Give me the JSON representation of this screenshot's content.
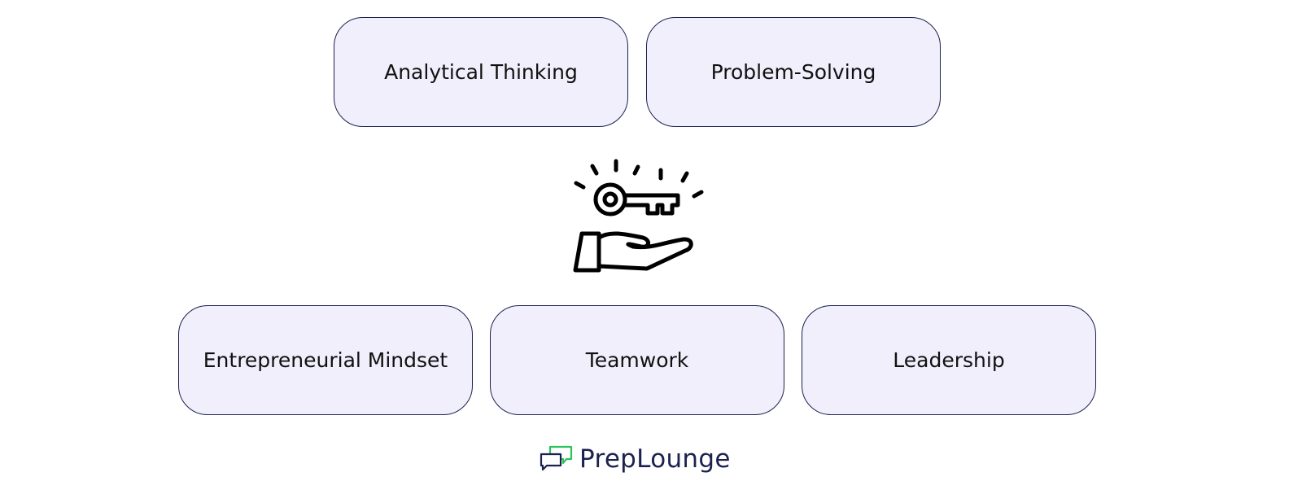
{
  "skills_top": [
    "Analytical Thinking",
    "Problem-Solving"
  ],
  "skills_bottom": [
    "Entrepreneurial Mindset",
    "Teamwork",
    "Leadership"
  ],
  "center_icon": "hand-holding-key-icon",
  "logo": {
    "text": "PrepLounge",
    "icon": "chat-bubbles-icon",
    "brand_color": "#1b2250",
    "accent_color": "#2ec25a"
  },
  "colors": {
    "box_fill": "#f0effb",
    "box_border": "#1c2150"
  }
}
